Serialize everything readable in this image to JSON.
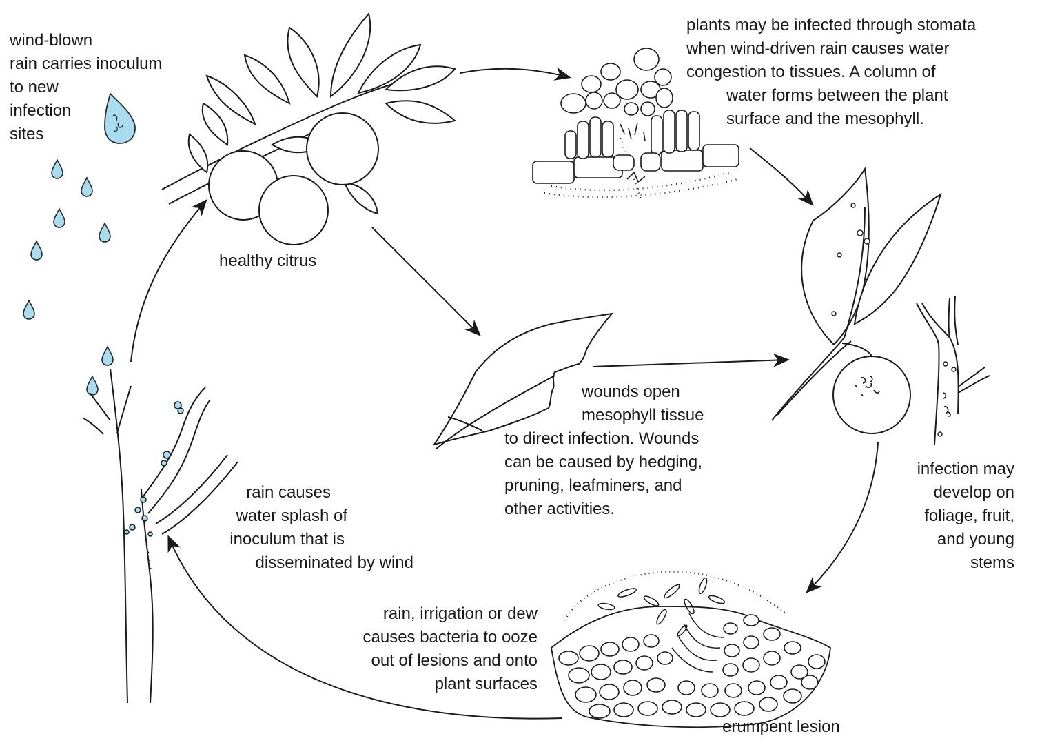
{
  "labels": {
    "wind_blown": [
      "wind-blown",
      "rain carries inoculum",
      "to new",
      "infection",
      "sites"
    ],
    "healthy": "healthy citrus",
    "stomata": [
      "plants may be infected through stomata",
      "when wind-driven rain causes water",
      "congestion to tissues. A column of",
      "water forms between the plant",
      "surface and the mesophyll."
    ],
    "wounds": [
      "wounds open",
      "mesophyll tissue",
      "to direct infection. Wounds",
      "can be caused by hedging,",
      "pruning, leafminers, and",
      "other activities."
    ],
    "infection_develop": [
      "infection may",
      "develop on",
      "foliage, fruit,",
      "and young",
      "stems"
    ],
    "rain_splash": [
      "rain causes",
      "water splash of",
      "inoculum that is",
      "disseminated by wind"
    ],
    "ooze": [
      "rain, irrigation or dew",
      "causes bacteria to ooze",
      "out of lesions and onto",
      "plant surfaces"
    ],
    "erumpent": "erumpent lesion"
  },
  "colors": {
    "line": "#1a1a1a",
    "drop_fill": "#a9dcef",
    "drop_stroke": "#2a2a2a"
  },
  "icons": [
    "raindrop-icon",
    "citrus-branch-icon",
    "stomata-cells-icon",
    "wounded-leaf-icon",
    "infected-leaves-icon",
    "infected-stem-icon",
    "erumpent-lesion-icon",
    "tree-trunk-icon"
  ]
}
